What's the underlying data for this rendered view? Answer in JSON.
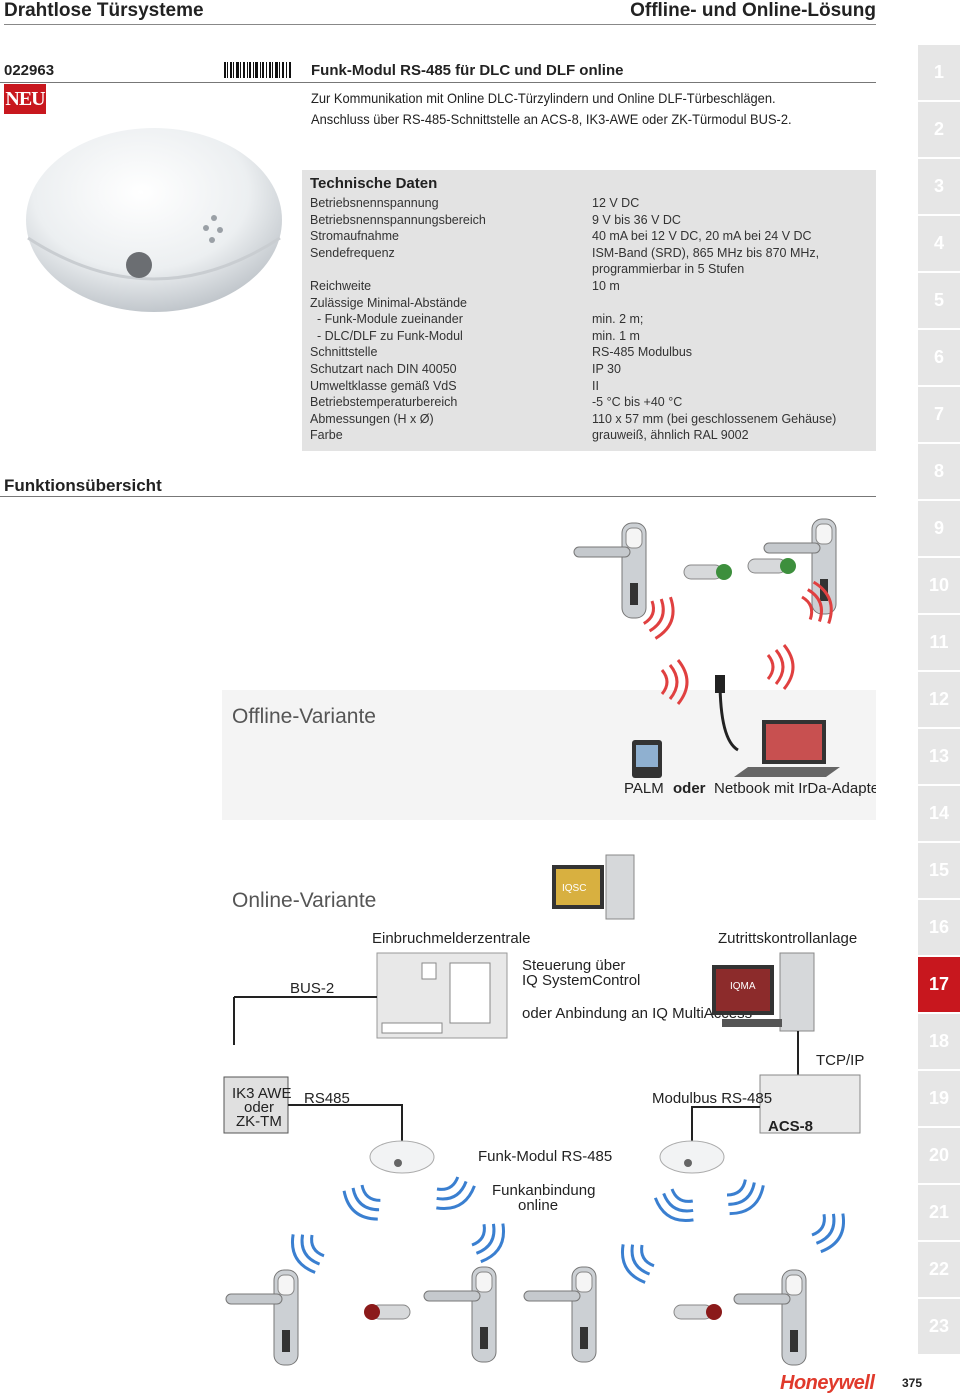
{
  "header": {
    "left": "Drahtlose Türsysteme",
    "right": "Offline- und Online-Lösung"
  },
  "product": {
    "code": "022963",
    "name": "Funk-Modul RS-485 für DLC und DLF online",
    "badge": "NEU",
    "intro": [
      "Zur Kommunikation mit Online DLC-Türzylindern und Online DLF-Türbeschlägen.",
      "Anschluss über RS-485-Schnittstelle an ACS-8, IK3-AWE oder ZK-Türmodul BUS-2."
    ]
  },
  "tech": {
    "title": "Technische Daten",
    "rows": [
      {
        "label": "Betriebsnennspannung",
        "value": "12 V DC"
      },
      {
        "label": "Betriebsnennspannungsbereich",
        "value": "9 V bis 36 V DC"
      },
      {
        "label": "Stromaufnahme",
        "value": "40 mA bei 12 V DC, 20 mA bei 24 V DC"
      },
      {
        "label": "Sendefrequenz",
        "value": "ISM-Band (SRD), 865 MHz bis 870 MHz,"
      },
      {
        "label": "",
        "value": "programmierbar in 5 Stufen"
      },
      {
        "label": "Reichweite",
        "value": "10 m"
      },
      {
        "label": "Zulässige Minimal-Abstände",
        "value": ""
      },
      {
        "label": "  - Funk-Module zueinander",
        "value": "min. 2 m;"
      },
      {
        "label": "  - DLC/DLF zu Funk-Modul",
        "value": "min. 1 m"
      },
      {
        "label": "Schnittstelle",
        "value": "RS-485 Modulbus"
      },
      {
        "label": "Schutzart nach DIN 40050",
        "value": "IP 30"
      },
      {
        "label": "Umweltklasse gemäß VdS",
        "value": "II"
      },
      {
        "label": "Betriebstemperaturbereich",
        "value": "-5 °C bis +40 °C"
      },
      {
        "label": "Abmessungen (H x Ø)",
        "value": "110 x 57 mm (bei geschlossenem Gehäuse)"
      },
      {
        "label": "Farbe",
        "value": "grauweiß, ähnlich RAL 9002"
      }
    ]
  },
  "section": {
    "title": "Funktionsübersicht"
  },
  "diagram": {
    "offline_title": "Offline-Variante",
    "online_title": "Online-Variante",
    "palm": "PALM",
    "oder": "oder",
    "netbook": "Netbook mit IrDa-Adapter",
    "einbruch": "Einbruchmelderzentrale",
    "zutritt": "Zutrittskontrollanlage",
    "steuerung1": "Steuerung über",
    "steuerung2": "IQ SystemControl",
    "anbindung": "oder Anbindung an IQ MultiAccess",
    "bus2": "BUS-2",
    "iqsc": "IQSC",
    "iqma": "IQMA",
    "tcpip": "TCP/IP",
    "ik3_1": "IK3 AWE",
    "ik3_2": "oder",
    "ik3_3": "ZK-TM",
    "rs485": "RS485",
    "modulbus": "Modulbus RS-485",
    "acs8": "ACS-8",
    "funkmodul": "Funk-Modul RS-485",
    "funk1": "Funkanbindung",
    "funk2": "online"
  },
  "tabs": [
    "1",
    "2",
    "3",
    "4",
    "5",
    "6",
    "7",
    "8",
    "9",
    "10",
    "11",
    "12",
    "13",
    "14",
    "15",
    "16",
    "17",
    "18",
    "19",
    "20",
    "21",
    "22",
    "23"
  ],
  "active_tab": "17",
  "footer": {
    "brand": "Honeywell",
    "page": "375"
  },
  "colors": {
    "accent": "#c8171e",
    "tab_bg": "#e6e6e6",
    "tech_bg": "#e3e3e3",
    "wave": "#e04040"
  }
}
